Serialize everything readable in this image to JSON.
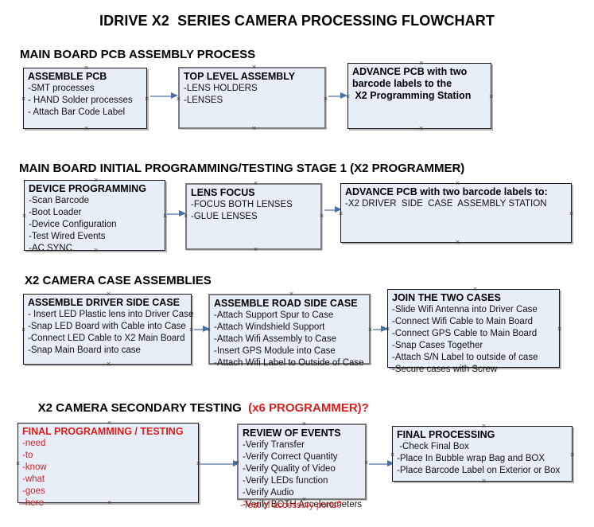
{
  "document": {
    "title": "IDRIVE X2  SERIES CAMERA PROCESSING FLOWCHART",
    "accent_color": "#e01b1b",
    "box_fill": "#e8eef7",
    "arrow_color": "#4472a8"
  },
  "sections": [
    {
      "id": "main-board-pcb-assembly-process",
      "heading": "MAIN BOARD PCB ASSEMBLY PROCESS",
      "heading_accent": "",
      "boxes": [
        {
          "id": "assemble-pcb",
          "title": "ASSEMBLE PCB",
          "lines": [
            "-SMT processes",
            "- HAND Solder processes",
            "- Attach Bar Code Label"
          ]
        },
        {
          "id": "top-level-assembly",
          "title": "TOP LEVEL ASSEMBLY",
          "lines": [
            "-LENS HOLDERS",
            "-LENSES"
          ]
        },
        {
          "id": "advance-pcb-programming-station",
          "title": "ADVANCE PCB with two",
          "lines": [
            "barcode labels to the",
            " X2 Programming Station"
          ]
        }
      ]
    },
    {
      "id": "main-board-initial-programming-testing-stage-1",
      "heading": "MAIN BOARD INITIAL PROGRAMMING/TESTING STAGE 1 (X2 PROGRAMMER)",
      "heading_accent": "",
      "boxes": [
        {
          "id": "device-programming",
          "title": "DEVICE PROGRAMMING",
          "lines": [
            "-Scan Barcode",
            "-Boot Loader",
            "-Device Configuration",
            "-Test Wired Events",
            "-AC SYNC"
          ]
        },
        {
          "id": "lens-focus",
          "title": "LENS FOCUS",
          "lines": [
            "-FOCUS BOTH LENSES",
            "-GLUE LENSES"
          ]
        },
        {
          "id": "advance-pcb-driver-side-case",
          "title": "ADVANCE PCB with two barcode labels to:",
          "lines": [
            "-X2 DRIVER  SIDE  CASE  ASSEMBLY STATION"
          ]
        }
      ]
    },
    {
      "id": "x2-camera-case-assemblies",
      "heading": "X2 CAMERA CASE ASSEMBLIES",
      "heading_accent": "",
      "boxes": [
        {
          "id": "assemble-driver-side-case",
          "title": "ASSEMBLE DRIVER SIDE CASE",
          "lines": [
            "- Insert LED Plastic lens into Driver Case",
            "-Snap LED Board with Cable into Case",
            "-Connect LED Cable to X2 Main Board",
            "-Snap Main Board into case"
          ]
        },
        {
          "id": "assemble-road-side-case",
          "title": "ASSEMBLE ROAD SIDE CASE",
          "lines": [
            "-Attach Support Spur to Case",
            "-Attach Windshield Support",
            "-Attach Wifi Assembly to Case",
            "-Insert GPS Module into Case",
            "-Attach Wifi Label to Outside of Case"
          ]
        },
        {
          "id": "join-the-two-cases",
          "title": "JOIN THE TWO CASES",
          "lines": [
            "-Slide Wifi Antenna into Driver Case",
            "-Connect Wifi Cable to Main Board",
            "-Connect GPS Cable to Main Board",
            "-Snap Cases Together",
            "-Attach S/N Label to outside of case",
            "-Secure cases with Screw"
          ]
        }
      ]
    },
    {
      "id": "x2-camera-secondary-testing",
      "heading": "X2 CAMERA SECONDARY TESTING  ",
      "heading_accent": "(x6 PROGRAMMER)?",
      "boxes": [
        {
          "id": "final-programming-testing",
          "title": "FINAL PROGRAMMING / TESTING",
          "lines": [
            "-need",
            "-to",
            "-know",
            "-what",
            "-goes",
            "-here"
          ]
        },
        {
          "id": "review-of-events",
          "title": "REVIEW OF EVENTS",
          "lines": [
            "-Verify Transfer",
            "-Verify Correct Quantity",
            "-Verify Quality of Video",
            "-Verify LEDs function",
            "-Verify Audio",
            "-Verify BOTH Accelerometers"
          ],
          "overflow_line": "-Test of accessory ports?"
        },
        {
          "id": "final-processing",
          "title": "FINAL PROCESSING",
          "lines": [
            " -Check Final Box",
            "-Place In Bubble wrap Bag and BOX",
            "-Place Barcode Label on Exterior or Box"
          ]
        }
      ]
    }
  ]
}
